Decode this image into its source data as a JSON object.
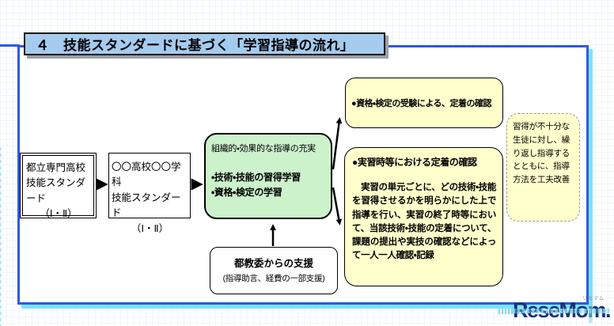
{
  "title_bar": {
    "text": "４　技能スタンダードに基づく「学習指導の流れ」"
  },
  "diagram": {
    "metro_box": {
      "line1": "都立専門高校",
      "line2": "技能スタンダード",
      "line3": "（Ⅰ・Ⅱ）"
    },
    "school_box": {
      "line1": "〇〇高校〇〇学科",
      "line2": "技能スタンダード",
      "line3": "（Ⅰ・Ⅱ）"
    },
    "guidance_box": {
      "title": "組織的・効果的な指導の充実",
      "bullet1": "・技術・技能の習得学習",
      "bullet2": "・資格・検定の学習"
    },
    "exam_box": {
      "text": "●資格・検定の受験による、定着の確認"
    },
    "practice_box": {
      "heading": "●実習時等における定着の確認",
      "body": "　実習の単元ごとに、どの技術・技能を習得させるかを明らかにした上で指導を行い、実習の終了時等において、当該技術・技能の定着について、課題の提出や実技の確認などによって一人一人確認・記録"
    },
    "improve_box": {
      "text": "習得が不十分な生徒に対し、繰り返し指導するとともに、指導方法を工夫改善"
    },
    "support_box": {
      "line1": "都教委からの支援",
      "line2": "(指導助言、経費の一部支援)"
    }
  },
  "logo": {
    "text": "ReseMom.",
    "ruby": "リセマム"
  },
  "colors": {
    "frame_blue": "#2e58e8",
    "frame_shadow_cyan": "#7ae5f4",
    "title_bar_bg": "#a5cbee",
    "guidance_green": "#ccf2cc",
    "note_yellow": "#ffffcc",
    "logo_navy": "#1c3077"
  }
}
